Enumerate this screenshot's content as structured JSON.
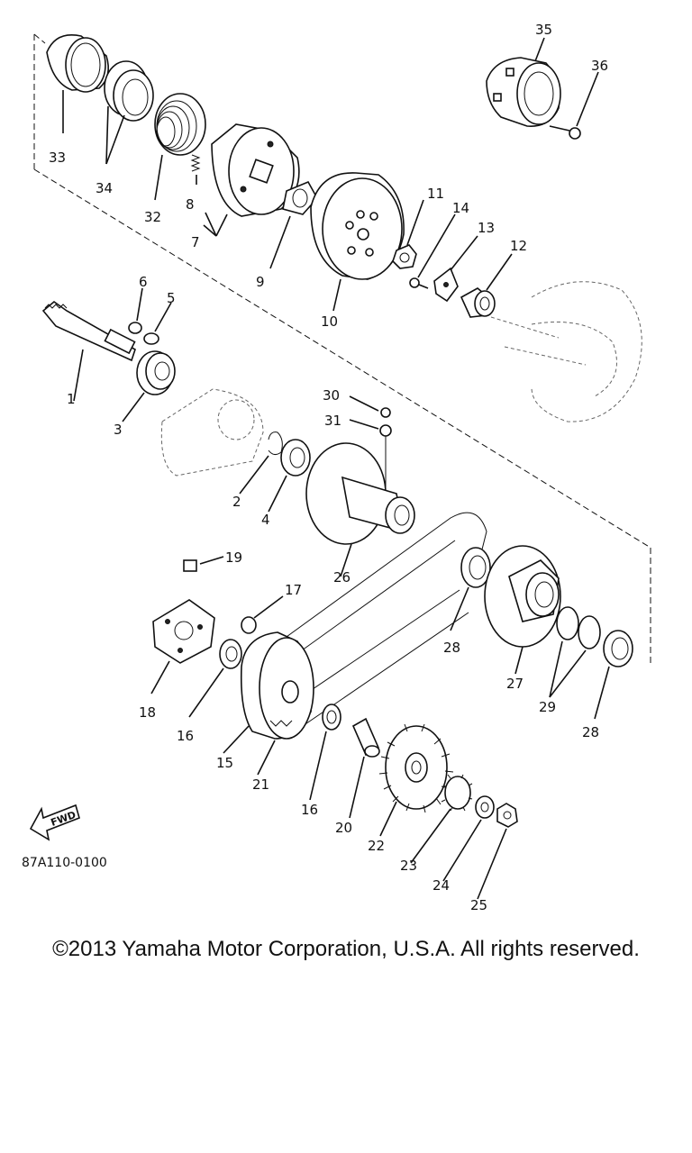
{
  "diagram": {
    "doc_code": "87A110-0100",
    "fwd_label": "FWD",
    "callouts": [
      "1",
      "2",
      "3",
      "4",
      "5",
      "6",
      "7",
      "8",
      "9",
      "10",
      "11",
      "12",
      "13",
      "14",
      "15",
      "16",
      "16",
      "17",
      "18",
      "19",
      "20",
      "21",
      "22",
      "23",
      "24",
      "25",
      "26",
      "27",
      "28",
      "28",
      "29",
      "30",
      "31",
      "32",
      "33",
      "34",
      "35",
      "36"
    ]
  },
  "footer": {
    "copyright": "©2013 Yamaha Motor Corporation, U.S.A. All rights reserved."
  }
}
